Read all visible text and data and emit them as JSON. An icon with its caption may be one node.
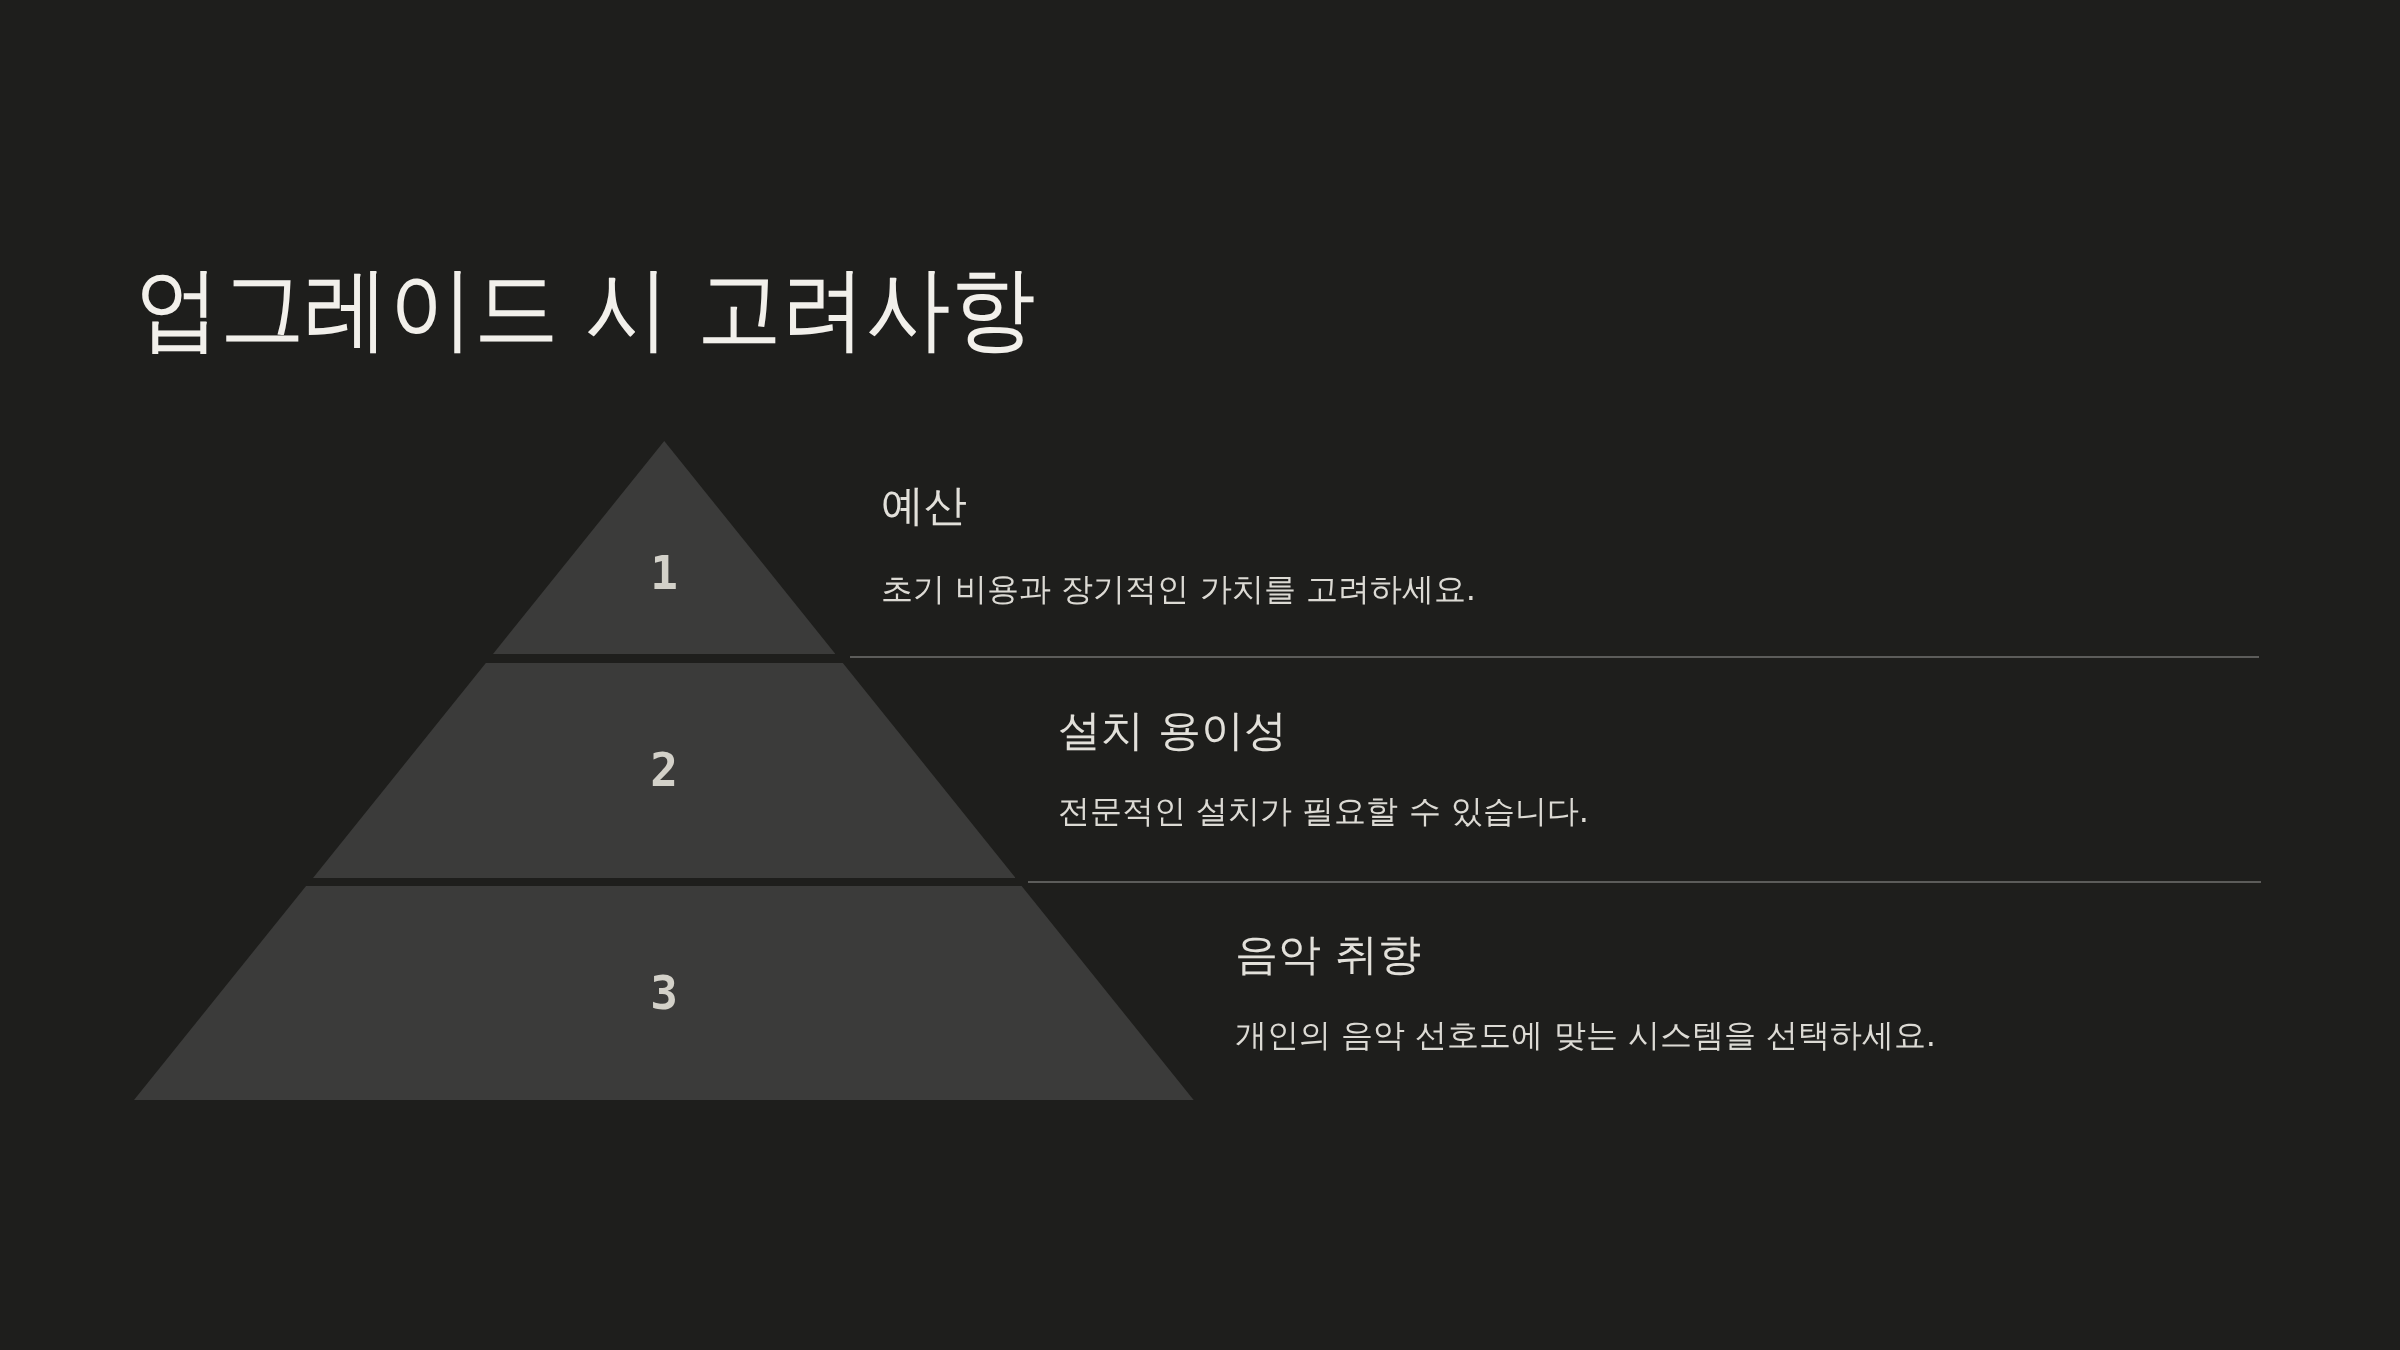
{
  "diagram": {
    "title": "업그레이드 시 고려사항",
    "nodes": [
      {
        "text": [
          "1"
        ],
        "beside": [
          "예산",
          "초기 비용과 장기적인 가치를 고려하세요."
        ]
      },
      {
        "text": [
          "2"
        ],
        "beside": [
          "설치 용이성",
          "전문적인 설치가 필요할 수 있습니다."
        ]
      },
      {
        "text": [
          "3"
        ],
        "beside": [
          "음악 취향",
          "개인의 음악 선호도에 맞는 시스템을 선택하세요."
        ]
      }
    ]
  }
}
